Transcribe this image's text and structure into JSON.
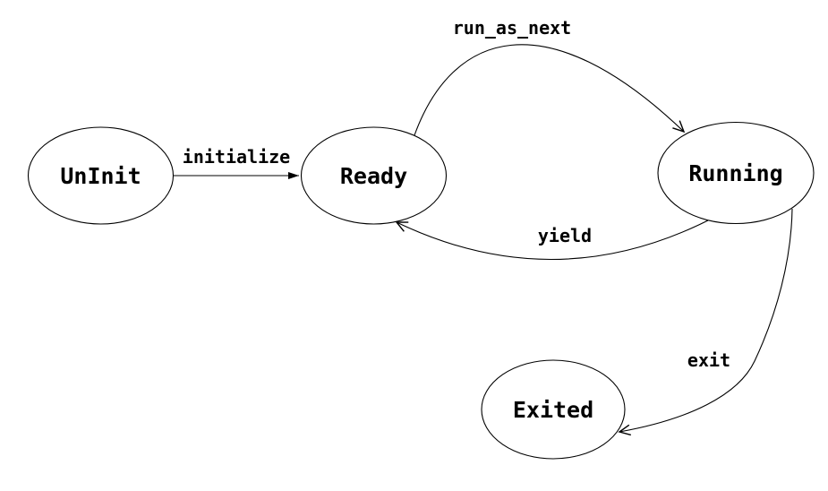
{
  "diagram": {
    "kind": "state-machine",
    "background_color": "#ffffff",
    "line_color": "#000000",
    "text_color": "#000000",
    "nodes": [
      {
        "id": "uninit",
        "label": "UnInit",
        "shape": "ellipse"
      },
      {
        "id": "ready",
        "label": "Ready",
        "shape": "ellipse"
      },
      {
        "id": "running",
        "label": "Running",
        "shape": "ellipse"
      },
      {
        "id": "exited",
        "label": "Exited",
        "shape": "ellipse"
      }
    ],
    "edges": [
      {
        "from": "UnInit",
        "to": "Ready",
        "label": "initialize",
        "line": "straight",
        "arrowhead": "filled-triangle"
      },
      {
        "from": "Ready",
        "to": "Running",
        "label": "run_as_next",
        "line": "curved-over-top",
        "arrowhead": "open-v"
      },
      {
        "from": "Running",
        "to": "Ready",
        "label": "yield",
        "line": "curved-below",
        "arrowhead": "open-v"
      },
      {
        "from": "Running",
        "to": "Exited",
        "label": "exit",
        "line": "curved-down",
        "arrowhead": "open-v"
      }
    ]
  }
}
